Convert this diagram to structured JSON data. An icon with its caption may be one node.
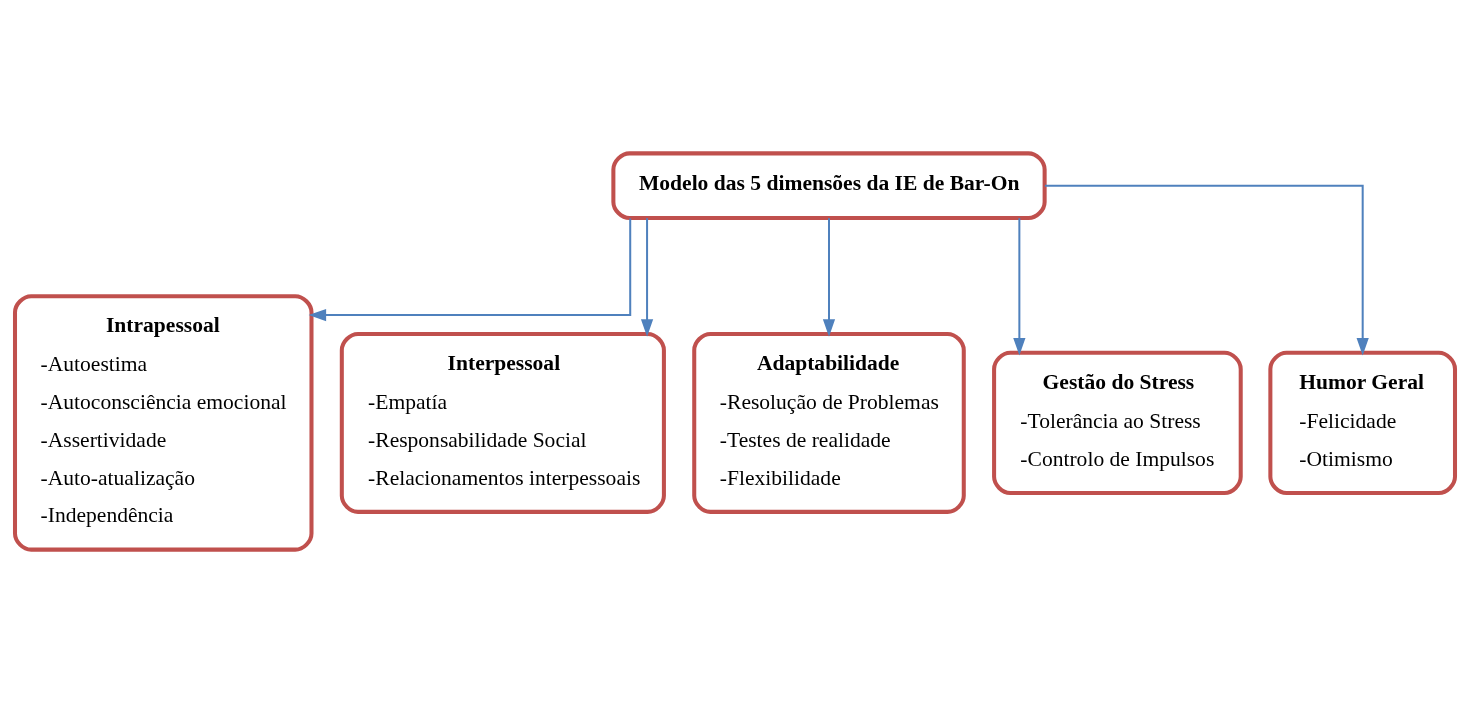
{
  "diagram": {
    "nodes": [
      {
        "text": [
          "Modelo das 5 dimensões da IE de Bar-On"
        ]
      },
      {
        "text": [
          "Intrapessoal",
          "-Autoestima",
          "-Autoconsciência emocional",
          "-Assertividade",
          "-Auto-atualização",
          "-Independência"
        ]
      },
      {
        "text": [
          "Interpessoal",
          "-Empatía",
          "-Responsabilidade Social",
          "-Relacionamentos interpessoais"
        ]
      },
      {
        "text": [
          "Adaptabilidade",
          "-Resolução de Problemas",
          "-Testes de realidade",
          "-Flexibilidade"
        ]
      },
      {
        "text": [
          "Gestão do Stress",
          "-Tolerância ao Stress",
          "-Controlo de Impulsos"
        ]
      },
      {
        "text": [
          "Humor Geral",
          "-Felicidade",
          "-Otimismo"
        ]
      }
    ],
    "edges": [
      {
        "from": 0,
        "to": 1,
        "arrow": "to"
      },
      {
        "from": 0,
        "to": 2,
        "arrow": "to"
      },
      {
        "from": 0,
        "to": 3,
        "arrow": "to"
      },
      {
        "from": 0,
        "to": 4,
        "arrow": "to"
      },
      {
        "from": 0,
        "to": 5,
        "arrow": "to"
      }
    ]
  }
}
